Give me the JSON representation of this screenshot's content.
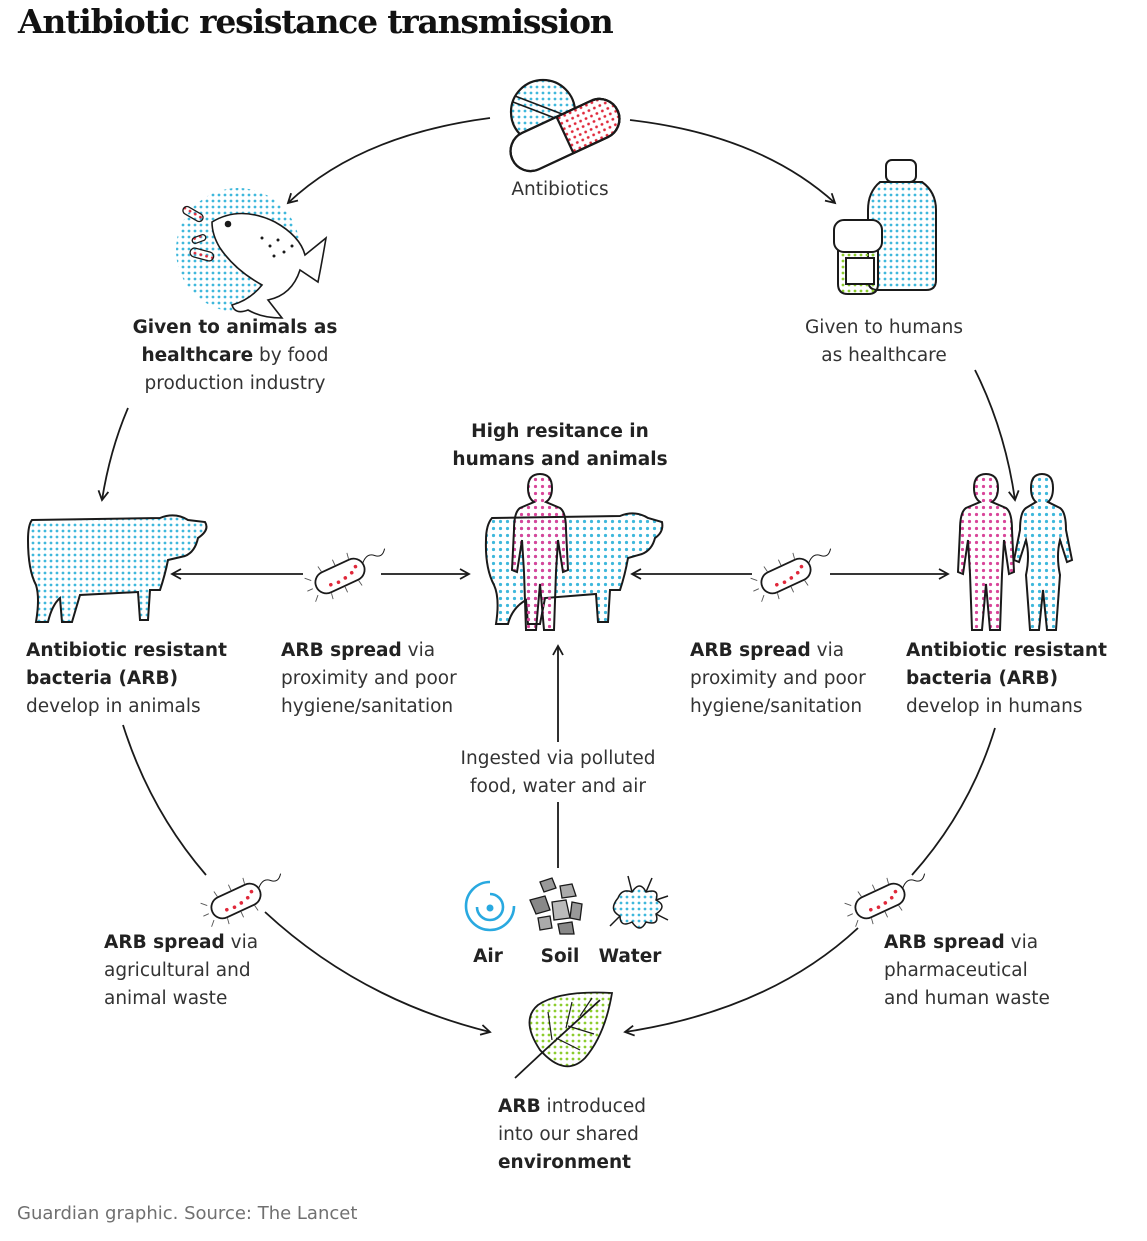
{
  "title": "Antibiotic resistance transmission",
  "colors": {
    "cyan": "#3fb8dc",
    "red": "#e0283a",
    "pink": "#d9469a",
    "green": "#8ccc2e",
    "stroke": "#1a1a1a"
  },
  "nodes": {
    "antibiotics": {
      "label": "Antibiotics",
      "icon": "pill-capsule-icon"
    },
    "animals_healthcare": {
      "icon": "fish-icon",
      "line1_bold": "Given to animals as",
      "line2_bold": "healthcare",
      "line2_rest": " by food",
      "line3": "production industry"
    },
    "humans_healthcare": {
      "icon": "medicine-bottles-icon",
      "line1": "Given to humans",
      "line2": "as healthcare"
    },
    "arb_animals": {
      "icon": "cow-icon",
      "line1_bold": "Antibiotic resistant",
      "line2_bold": "bacteria (ARB)",
      "line3": "develop in animals"
    },
    "high_resistance": {
      "icon": "human-and-cow-icon",
      "line1": "High resitance in",
      "line2": "humans and animals"
    },
    "arb_humans": {
      "icon": "man-and-woman-icon",
      "line1_bold": "Antibiotic resistant",
      "line2_bold": "bacteria (ARB)",
      "line3": "develop in humans"
    },
    "spread_left": {
      "icon": "bacterium-icon",
      "line1_bold": "ARB spread",
      "line1_rest": " via",
      "line2": "proximity and poor",
      "line3": "hygiene/sanitation"
    },
    "spread_right": {
      "icon": "bacterium-icon",
      "line1_bold": "ARB spread",
      "line1_rest": " via",
      "line2": "proximity and poor",
      "line3": "hygiene/sanitation"
    },
    "ingested": {
      "line1": "Ingested via polluted",
      "line2": "food, water and air"
    },
    "elements": [
      {
        "label": "Air",
        "icon": "air-swirl-icon"
      },
      {
        "label": "Soil",
        "icon": "soil-stones-icon"
      },
      {
        "label": "Water",
        "icon": "water-splash-icon"
      }
    ],
    "spread_agri": {
      "icon": "bacterium-icon",
      "line1_bold": "ARB spread",
      "line1_rest": " via",
      "line2": "agricultural and",
      "line3": "animal waste"
    },
    "spread_pharma": {
      "icon": "bacterium-icon",
      "line1_bold": "ARB spread",
      "line1_rest": " via",
      "line2": "pharmaceutical",
      "line3": "and human waste"
    },
    "environment": {
      "icon": "leaf-icon",
      "line1_bold": "ARB",
      "line1_rest": " introduced",
      "line2": "into our shared",
      "line3_bold": "environment"
    }
  },
  "footer": "Guardian graphic. Source: The Lancet"
}
